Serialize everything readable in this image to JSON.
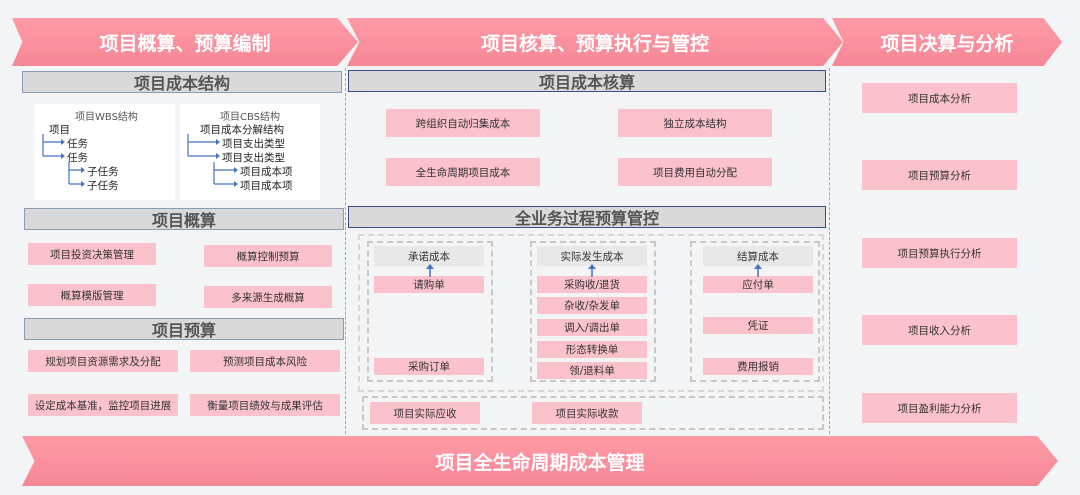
{
  "phases": {
    "p1": "项目概算、预算编制",
    "p2": "项目核算、预算执行与管控",
    "p3": "项目决算与分析"
  },
  "cost_structure": {
    "title": "项目成本结构",
    "wbs": {
      "title": "项目WBS结构",
      "items": [
        "项目",
        "任务",
        "任务",
        "子任务",
        "子任务"
      ]
    },
    "cbs": {
      "title": "项目CBS结构",
      "items": [
        "项目成本分解结构",
        "项目支出类型",
        "项目支出类型",
        "项目成本项",
        "项目成本项"
      ]
    }
  },
  "estimate": {
    "title": "项目概算",
    "items": [
      "项目投资决策管理",
      "概算控制预算",
      "概算模版管理",
      "多来源生成概算"
    ]
  },
  "budget": {
    "title": "项目预算",
    "items": [
      "规划项目资源需求及分配",
      "预测项目成本风险",
      "设定成本基准，监控项目进展",
      "衡量项目绩效与成果评估"
    ]
  },
  "accounting": {
    "title": "项目成本核算",
    "items": [
      "跨组织自动归集成本",
      "独立成本结构",
      "全生命周期项目成本",
      "项目费用自动分配"
    ]
  },
  "control": {
    "title": "全业务过程预算管控",
    "committed": {
      "label": "承诺成本",
      "items": [
        "请购单",
        "采购订单"
      ]
    },
    "actual": {
      "label": "实际发生成本",
      "items": [
        "采购收/退货",
        "杂收/杂发单",
        "调入/调出单",
        "形态转换单",
        "领/退料单"
      ]
    },
    "settle": {
      "label": "结算成本",
      "items": [
        "应付单",
        "凭证",
        "费用报销"
      ]
    },
    "bottom": [
      "项目实际应收",
      "项目实际收款"
    ]
  },
  "analysis": {
    "items": [
      "项目成本分析",
      "项目预算分析",
      "项目预算执行分析",
      "项目收入分析",
      "项目盈利能力分析"
    ]
  },
  "footer": "项目全生命周期成本管理",
  "colors": {
    "chevron": "#f58797",
    "pink_box": "#fbc2cc",
    "header_gray": "#d9d9d9",
    "arrow_blue": "#4472c4"
  }
}
